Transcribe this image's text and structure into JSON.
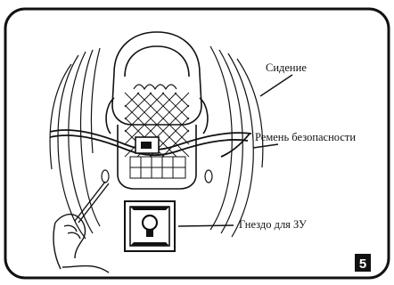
{
  "labels": {
    "seat": "Сидение",
    "belt": "Ремень безопасности",
    "socket": "Гнездо для ЗУ"
  },
  "step_number": "5",
  "icons": {
    "seat": "seat-illustration",
    "belt": "seat-belt",
    "socket": "charging-socket-icon",
    "hand": "hand-icon"
  },
  "colors": {
    "line": "#111111",
    "background": "#ffffff",
    "badge": "#111111"
  }
}
